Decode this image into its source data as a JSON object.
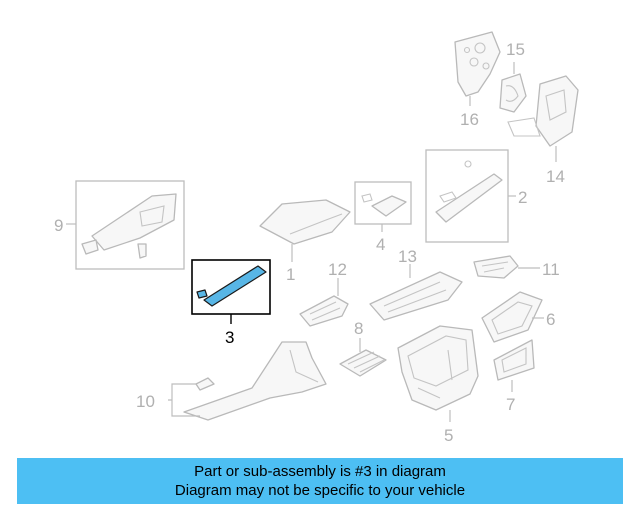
{
  "diagram": {
    "callouts": {
      "c1": "1",
      "c2": "2",
      "c3": "3",
      "c4": "4",
      "c5": "5",
      "c6": "6",
      "c7": "7",
      "c8": "8",
      "c9": "9",
      "c10": "10",
      "c11": "11",
      "c12": "12",
      "c13": "13",
      "c14": "14",
      "c15": "15",
      "c16": "16"
    },
    "highlighted_part": "3",
    "colors": {
      "highlight_fill": "#58b6e6",
      "banner": "#4dbff3",
      "line_gray": "#bdbdbd"
    }
  },
  "banner": {
    "line1": "Part or sub-assembly is #3 in diagram",
    "line2": "Diagram may not be specific to your vehicle"
  }
}
